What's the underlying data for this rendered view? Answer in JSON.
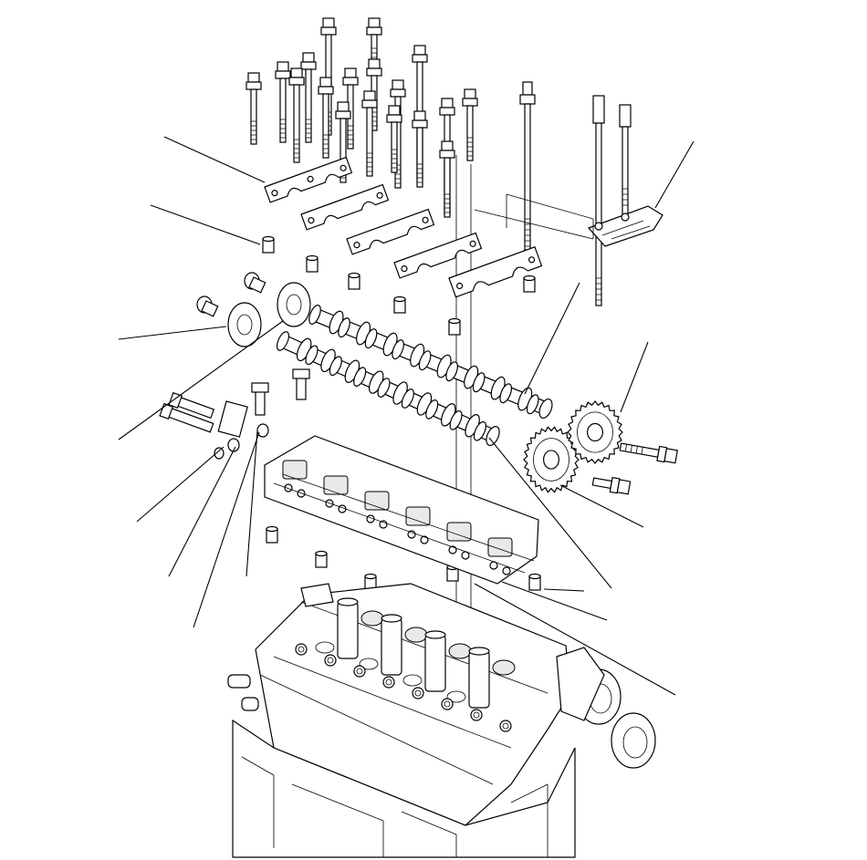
{
  "diagram": {
    "line_color": "#000000",
    "background": "#ffffff",
    "parts": [
      {
        "name": "cylinder-head-bolts",
        "kind": "bolt"
      },
      {
        "name": "camshaft-holders",
        "kind": "bracket"
      },
      {
        "name": "dowel-pins",
        "kind": "pin"
      },
      {
        "name": "intake-camshaft",
        "kind": "shaft"
      },
      {
        "name": "exhaust-camshaft",
        "kind": "shaft"
      },
      {
        "name": "camshaft-sprockets",
        "kind": "gear"
      },
      {
        "name": "rocker-arm-assembly",
        "kind": "housing"
      },
      {
        "name": "cylinder-head",
        "kind": "block"
      },
      {
        "name": "cover-plate",
        "kind": "plate"
      }
    ]
  }
}
